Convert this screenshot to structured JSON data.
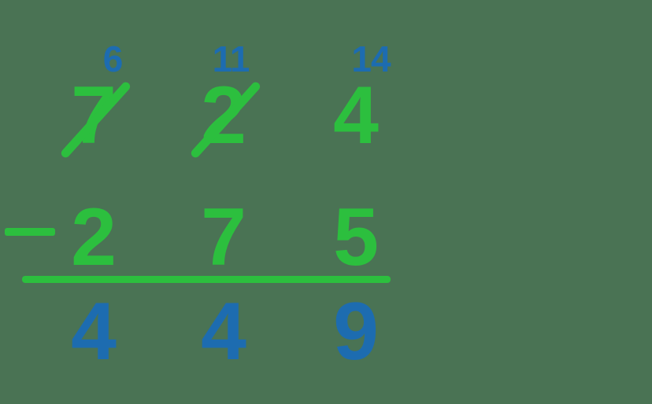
{
  "problem": {
    "type": "vertical-subtraction-with-regrouping",
    "operator": "−",
    "background_color": "#4a7354",
    "green_color": "#2cbf3e",
    "blue_color": "#1d6cb0",
    "minuend_original": "724",
    "subtrahend": "275",
    "difference": "449",
    "regroup_labels": {
      "hundreds": "6",
      "tens": "11",
      "ones": "14"
    },
    "minuend_digits": {
      "hundreds": "7",
      "tens": "2",
      "ones": "4"
    },
    "subtrahend_digits": {
      "hundreds": "2",
      "tens": "7",
      "ones": "5"
    },
    "difference_digits": {
      "hundreds": "4",
      "tens": "4",
      "ones": "9"
    },
    "crossed_out": {
      "hundreds": "true",
      "tens": "true",
      "ones": "false"
    }
  }
}
